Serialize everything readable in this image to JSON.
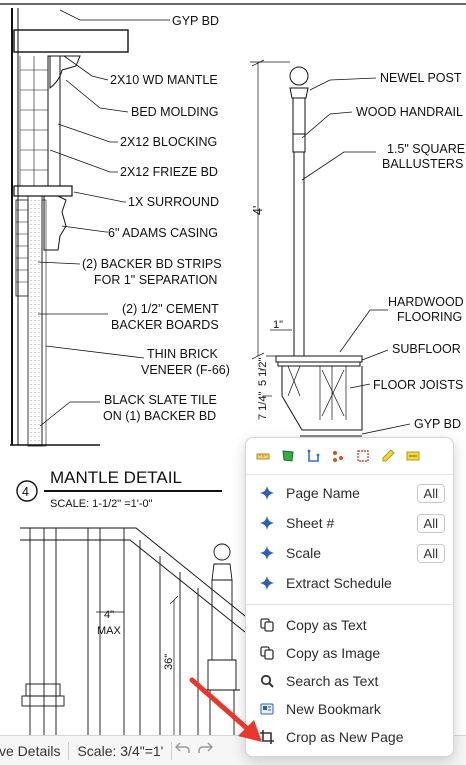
{
  "drawing": {
    "labels_left": [
      "GYP BD",
      "2X10 WD MANTLE",
      "BED MOLDING",
      "2X12 BLOCKING",
      "2X12 FRIEZE BD",
      "1X SURROUND",
      "6\" ADAMS CASING",
      "(2) BACKER BD STRIPS",
      "FOR 1\" SEPARATION",
      "(2) 1/2\" CEMENT",
      "BACKER BOARDS",
      "THIN BRICK",
      "VENEER (F-66)",
      "BLACK SLATE TILE",
      "ON (1) BACKER BD"
    ],
    "labels_right": [
      "NEWEL POST",
      "WOOD HANDRAIL",
      "1.5\" SQUARE",
      "BALLUSTERS",
      "HARDWOOD",
      "FLOORING",
      "SUBFLOOR",
      "FLOOR JOISTS",
      "GYP BD"
    ],
    "dims": {
      "height_4": "4'",
      "one_inch": "1\"",
      "five_half": "5 1/2\"",
      "seven_quarter": "7 1/4\"",
      "four_max": "4\"",
      "max": "MAX",
      "thirty_six": "36\""
    },
    "detail": {
      "number": "4",
      "title": "MANTLE DETAIL",
      "scale": "SCALE: 1-1/2\" =1'-0\""
    }
  },
  "status_bar": {
    "details_label": "ve Details",
    "scale_label": "Scale: 3/4\"=1'",
    "undo_icon": "undo-icon",
    "redo_icon": "redo-icon"
  },
  "context_menu": {
    "toolbar_tools": [
      {
        "icon": "measure-length-icon",
        "color": "#c89a2e"
      },
      {
        "icon": "area-polygon-icon",
        "color": "#2e9d3e"
      },
      {
        "icon": "angle-icon",
        "color": "#2f6fd3"
      },
      {
        "icon": "count-icon",
        "color": "#d2531f"
      },
      {
        "icon": "rectangle-icon",
        "color": "#e0463a"
      },
      {
        "icon": "highlighter-icon",
        "color": "#e5c32a"
      },
      {
        "icon": "text-box-icon",
        "color": "#e5c32a"
      }
    ],
    "ai_items": [
      {
        "label": "Page Name",
        "badge": "All",
        "icon": "sparkle-icon"
      },
      {
        "label": "Sheet #",
        "badge": "All",
        "icon": "sparkle-icon"
      },
      {
        "label": "Scale",
        "badge": "All",
        "icon": "sparkle-icon"
      },
      {
        "label": "Extract Schedule",
        "badge": "",
        "icon": "sparkle-icon"
      }
    ],
    "action_items": [
      {
        "label": "Copy as Text",
        "icon": "copy-icon"
      },
      {
        "label": "Copy as Image",
        "icon": "copy-icon"
      },
      {
        "label": "Search as Text",
        "icon": "search-icon"
      },
      {
        "label": "New Bookmark",
        "icon": "bookmark-icon"
      },
      {
        "label": "Crop as New Page",
        "icon": "crop-icon"
      }
    ],
    "accent_color": "#2f5fb8"
  },
  "annotation": {
    "arrow_color": "#e8372c",
    "arrow_icon": "pointer-arrow-icon"
  }
}
